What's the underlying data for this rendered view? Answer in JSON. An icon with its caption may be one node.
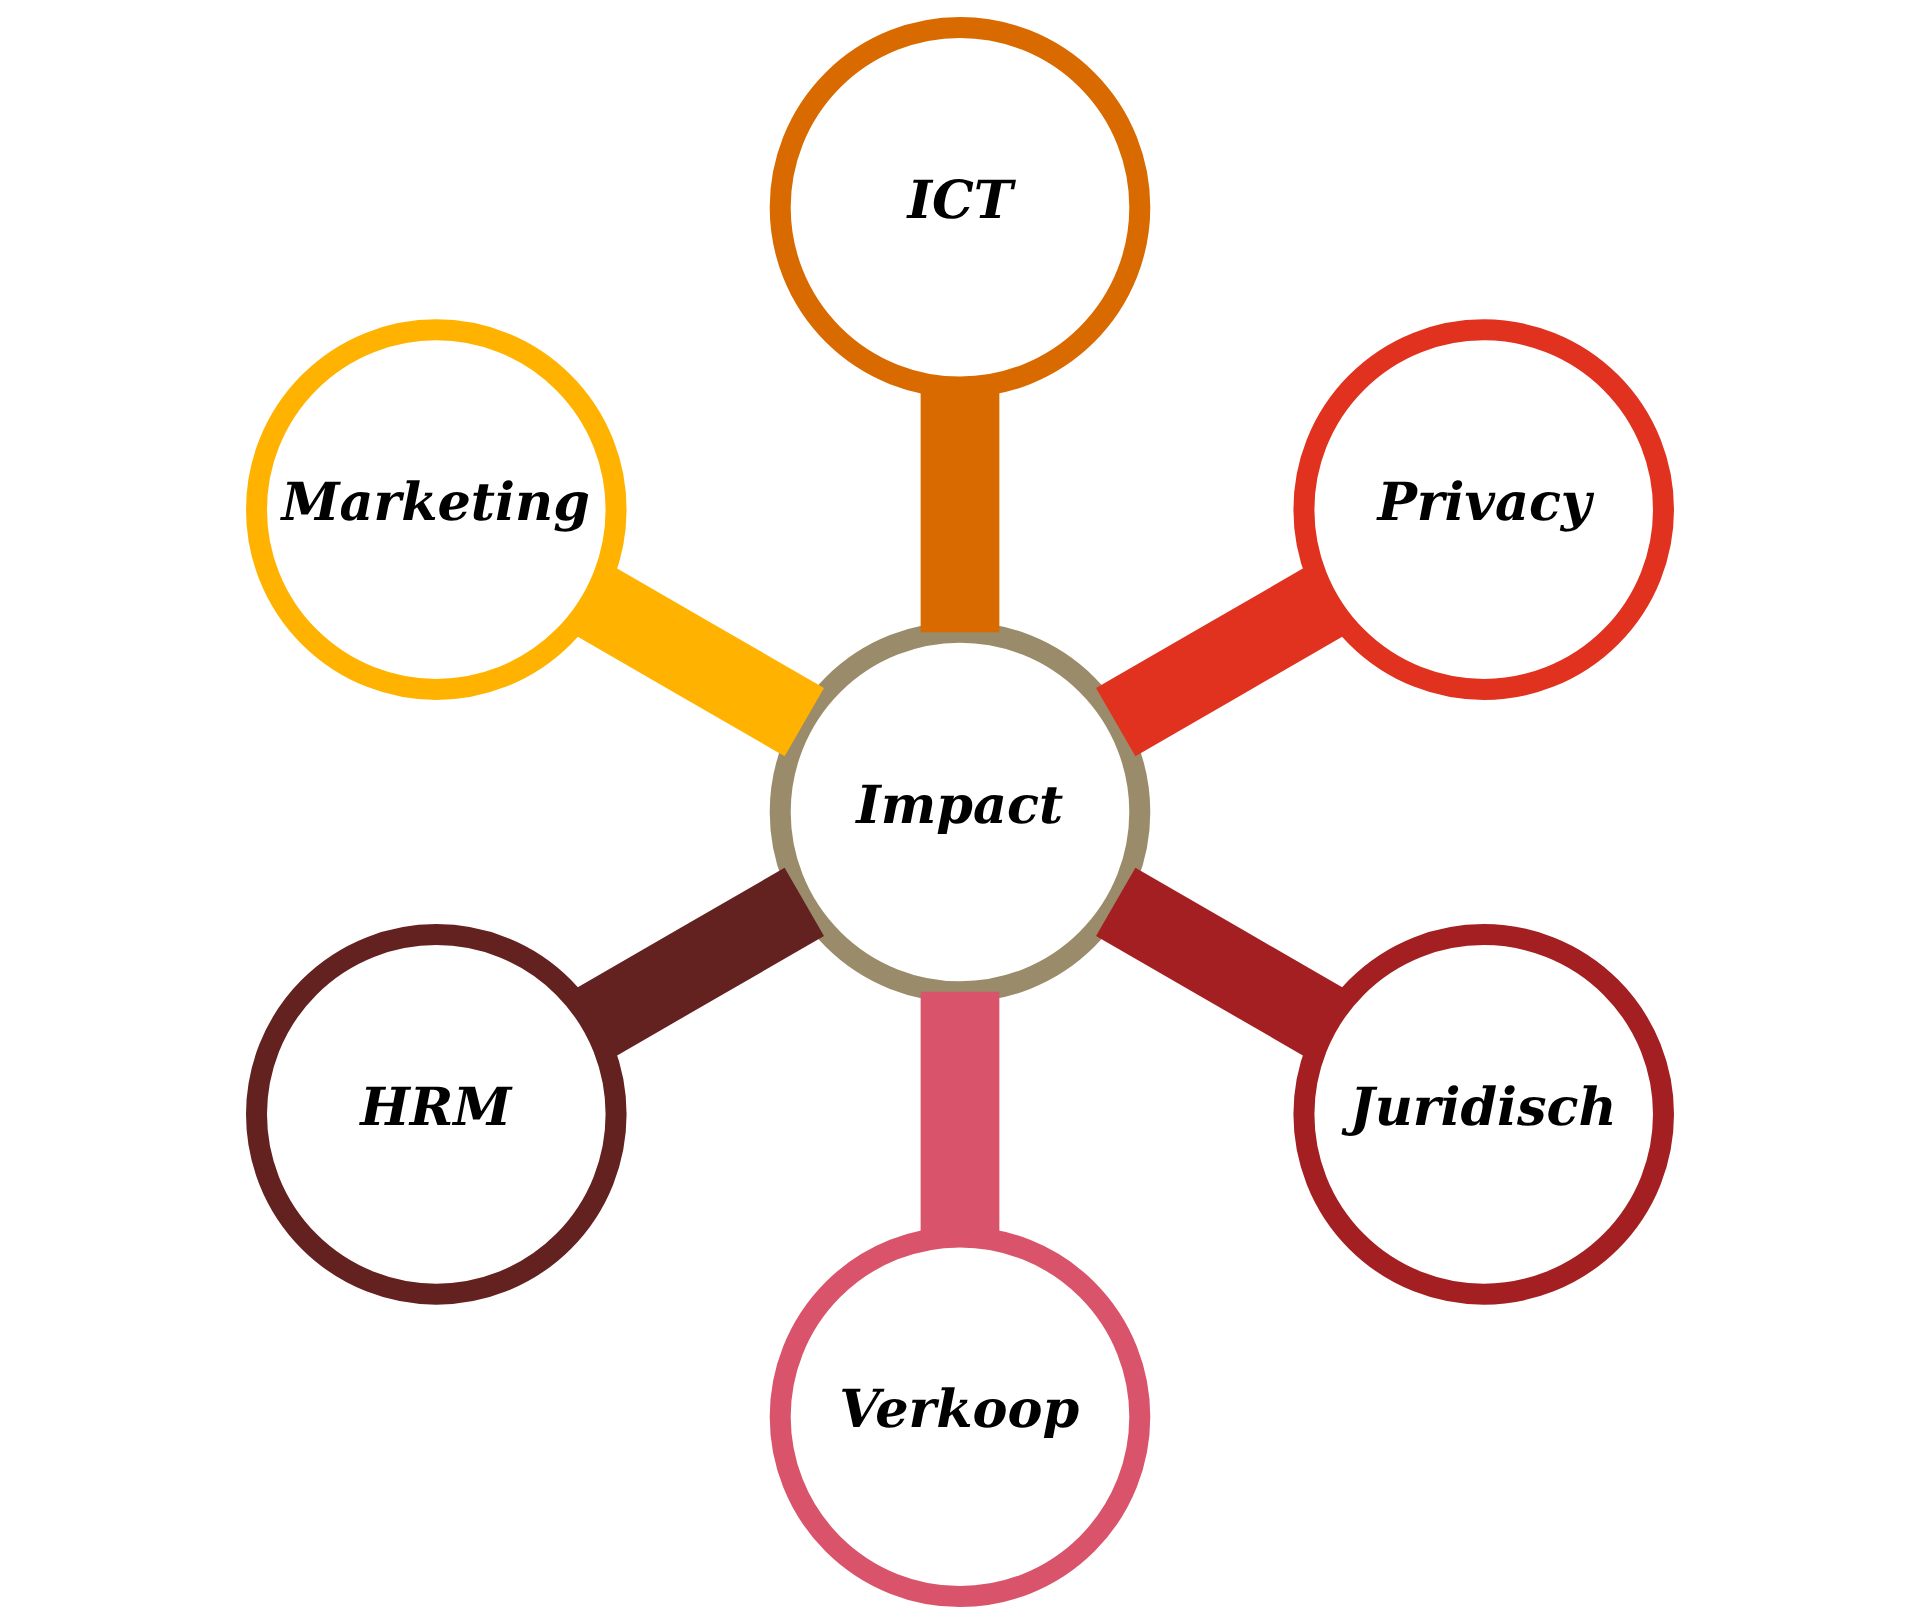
{
  "diagram": {
    "nodes": [
      {
        "text": [
          "Impact"
        ]
      },
      {
        "text": [
          "Privacy"
        ]
      },
      {
        "text": [
          "ICT"
        ]
      },
      {
        "text": [
          "Marketing"
        ]
      },
      {
        "text": [
          "HRM"
        ]
      },
      {
        "text": [
          "Verkoop"
        ]
      },
      {
        "text": [
          "Juridisch"
        ]
      }
    ],
    "edges": [
      {
        "from": 0,
        "to": 1,
        "arrow": "none",
        "color": "#e0321f"
      },
      {
        "from": 0,
        "to": 2,
        "arrow": "none",
        "color": "#d96a00"
      },
      {
        "from": 0,
        "to": 3,
        "arrow": "none",
        "color": "#ffb300"
      },
      {
        "from": 0,
        "to": 4,
        "arrow": "none",
        "color": "#632120"
      },
      {
        "from": 0,
        "to": 5,
        "arrow": "none",
        "color": "#d9546a"
      },
      {
        "from": 0,
        "to": 6,
        "arrow": "none",
        "color": "#a31f22"
      }
    ]
  }
}
